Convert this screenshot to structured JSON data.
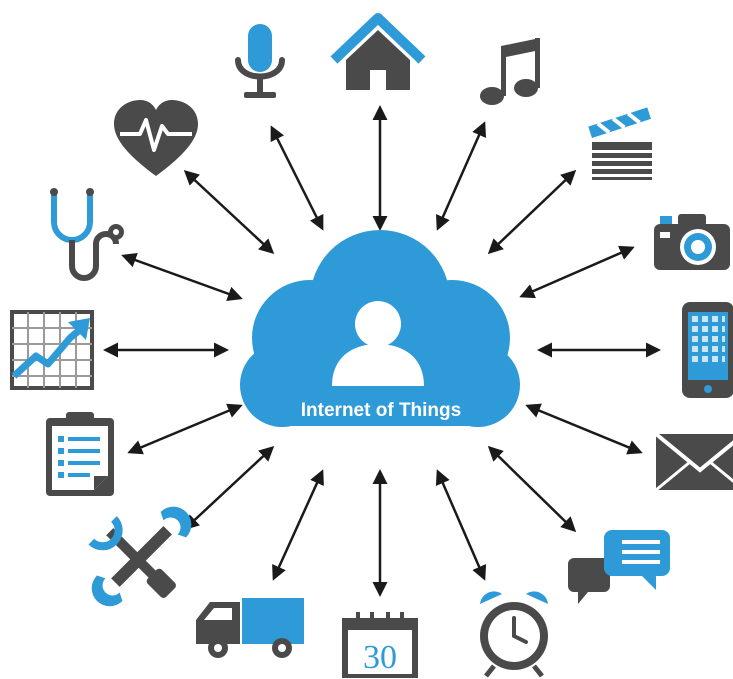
{
  "hub": {
    "title": "Internet of Things",
    "icon": "user-silhouette-icon"
  },
  "devices": [
    {
      "id": "microphone",
      "icon": "microphone-icon"
    },
    {
      "id": "home",
      "icon": "house-icon"
    },
    {
      "id": "music",
      "icon": "music-note-icon"
    },
    {
      "id": "video",
      "icon": "clapperboard-icon"
    },
    {
      "id": "camera",
      "icon": "camera-icon"
    },
    {
      "id": "phone",
      "icon": "smartphone-icon"
    },
    {
      "id": "email",
      "icon": "envelope-icon"
    },
    {
      "id": "chat",
      "icon": "chat-bubbles-icon"
    },
    {
      "id": "alarm",
      "icon": "alarm-clock-icon"
    },
    {
      "id": "calendar",
      "icon": "calendar-icon",
      "label": "30"
    },
    {
      "id": "delivery",
      "icon": "delivery-truck-icon"
    },
    {
      "id": "tools",
      "icon": "wrench-screwdriver-icon"
    },
    {
      "id": "checklist",
      "icon": "clipboard-checklist-icon"
    },
    {
      "id": "analytics",
      "icon": "growth-chart-icon"
    },
    {
      "id": "health",
      "icon": "stethoscope-icon"
    },
    {
      "id": "heart",
      "icon": "heartbeat-icon"
    }
  ],
  "colors": {
    "accent": "#2f9ad8",
    "icon_gray": "#4a4a4a",
    "arrow": "#1a1a1a",
    "background": "#ffffff"
  }
}
